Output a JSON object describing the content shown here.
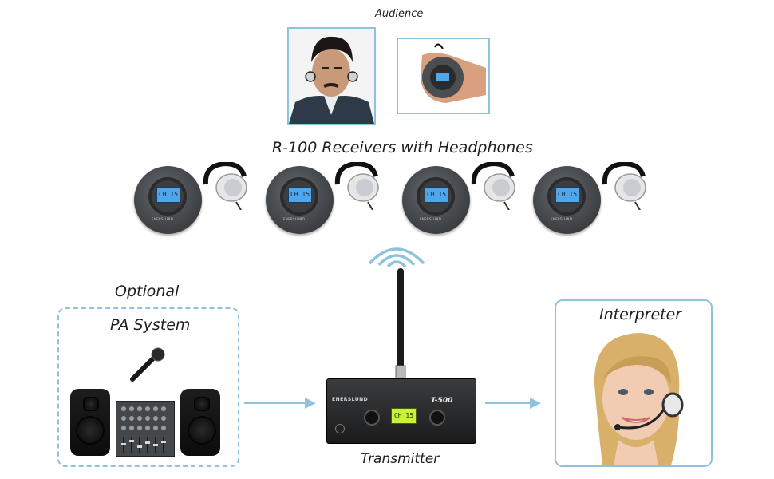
{
  "audience_label": "Audience",
  "receivers_title": "R-100 Receivers with Headphones",
  "receiver_display": "CH 15",
  "receiver_brand": "ENERSLUND",
  "optional_label": "Optional",
  "pa_label": "PA System",
  "transmitter_label": "Transmitter",
  "transmitter_model": "T-500",
  "transmitter_brand": "ENERSLUND",
  "transmitter_display": "CH 15",
  "interpreter_label": "Interpreter",
  "colors": {
    "accent": "#8fc3dd",
    "lcd_green": "#c8f23a",
    "lcd_blue": "#4fa6e8"
  }
}
